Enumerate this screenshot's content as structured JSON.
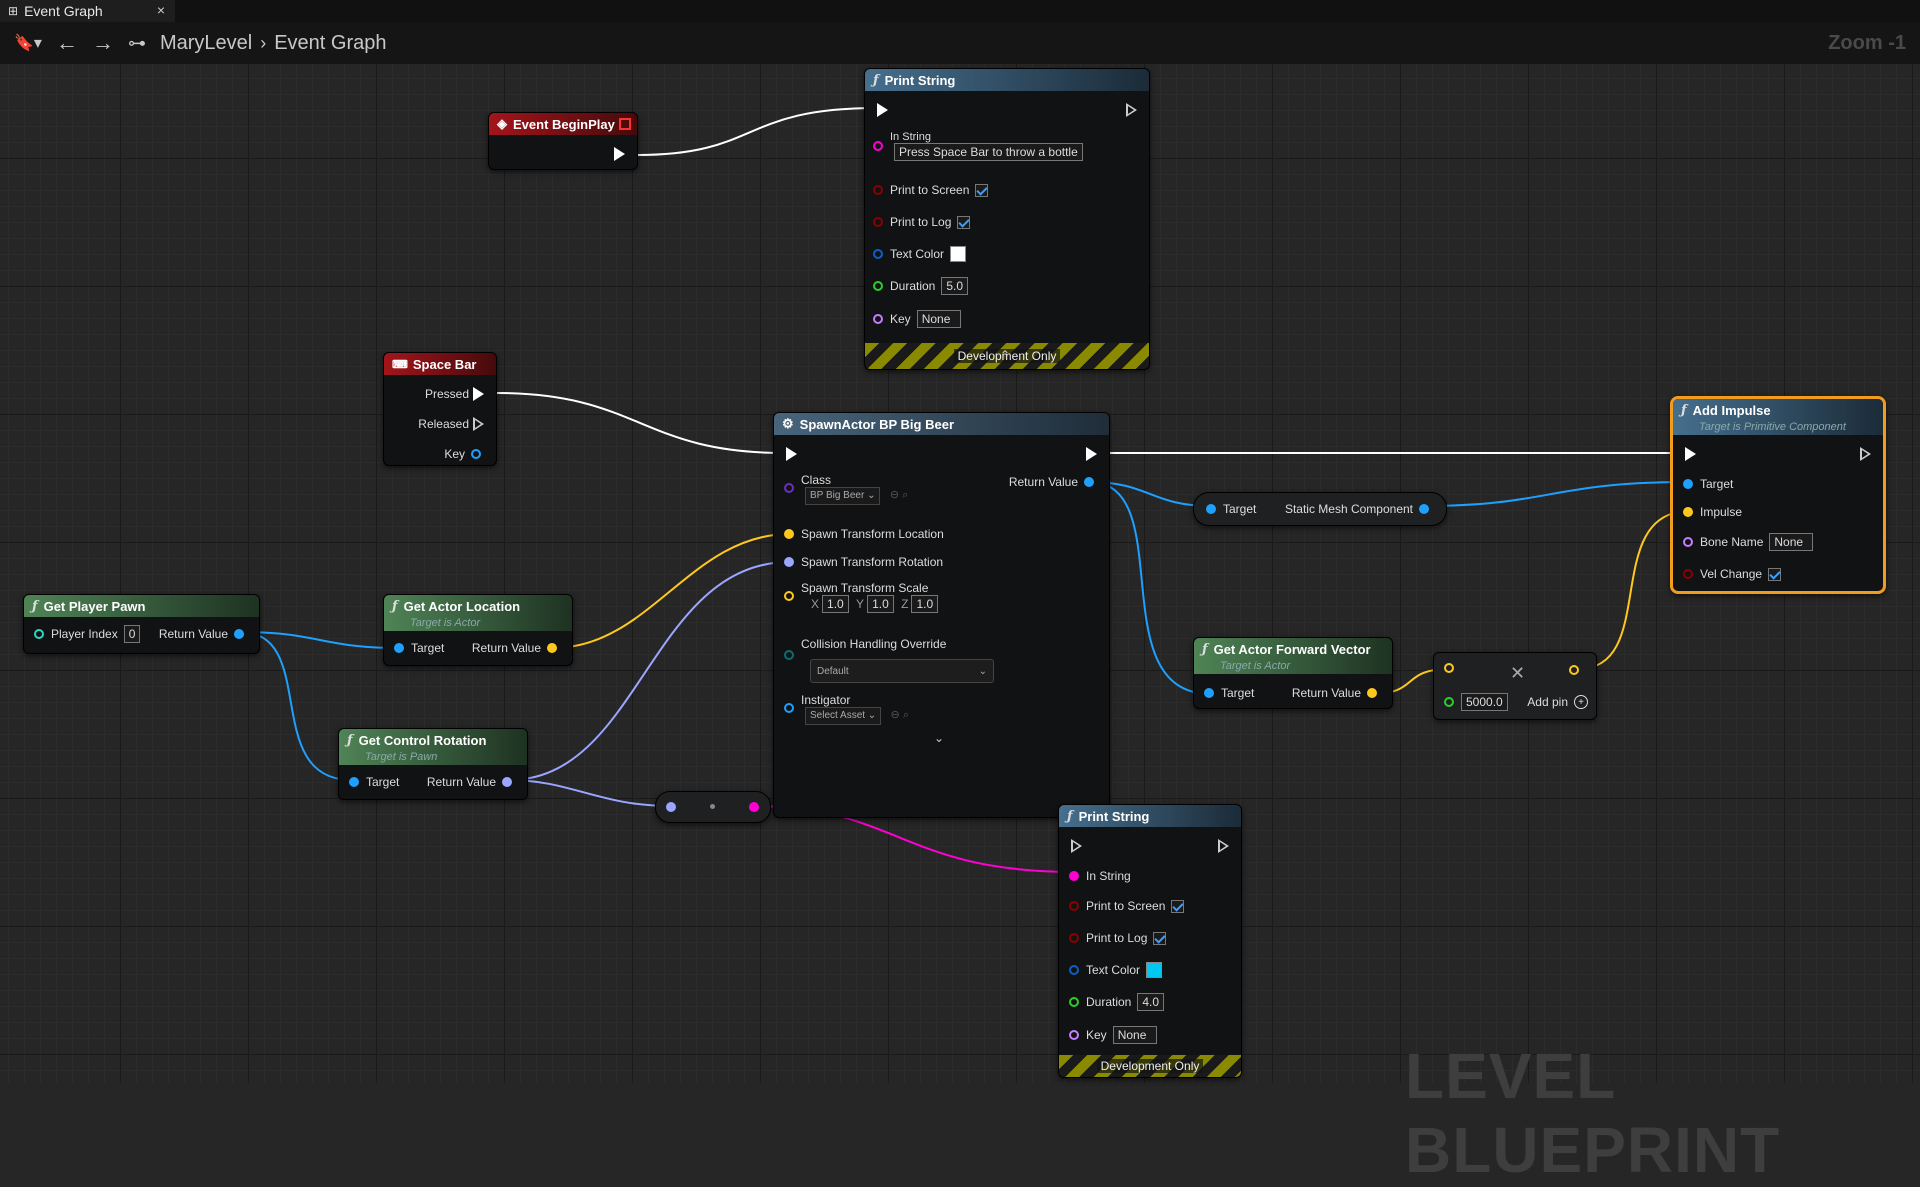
{
  "tab": {
    "title": "Event Graph",
    "close": "×"
  },
  "toolbar": {
    "back": "←",
    "forward": "→",
    "breadcrumb": [
      "MaryLevel",
      "Event Graph"
    ],
    "zoom": "Zoom -1"
  },
  "watermark": "LEVEL BLUEPRINT",
  "nodes": {
    "print_string_1": {
      "title": "Print String",
      "in_string_label": "In String",
      "in_string_value": "Press Space Bar to throw a bottle",
      "print_to_screen": "Print to Screen",
      "print_to_log": "Print to Log",
      "text_color": "Text Color",
      "text_color_value": "#ffffff",
      "duration": "Duration",
      "duration_value": "5.0",
      "key": "Key",
      "key_value": "None",
      "dev_only": "Development Only"
    },
    "event_beginplay": {
      "title": "Event BeginPlay"
    },
    "space_bar": {
      "title": "Space Bar",
      "pressed": "Pressed",
      "released": "Released",
      "key": "Key"
    },
    "spawn_actor": {
      "title": "SpawnActor BP Big Beer",
      "class": "Class",
      "class_value": "BP Big Beer",
      "return_value": "Return Value",
      "spawn_location": "Spawn Transform Location",
      "spawn_rotation": "Spawn Transform Rotation",
      "spawn_scale": "Spawn Transform Scale",
      "scale_x_label": "X",
      "scale_x": "1.0",
      "scale_y_label": "Y",
      "scale_y": "1.0",
      "scale_z_label": "Z",
      "scale_z": "1.0",
      "collision": "Collision Handling Override",
      "collision_value": "Default",
      "instigator": "Instigator",
      "instigator_value": "Select Asset"
    },
    "add_impulse": {
      "title": "Add Impulse",
      "subtitle": "Target is Primitive Component",
      "target": "Target",
      "impulse": "Impulse",
      "bone_name": "Bone Name",
      "bone_name_value": "None",
      "vel_change": "Vel Change"
    },
    "static_mesh": {
      "target": "Target",
      "output": "Static Mesh Component"
    },
    "get_player_pawn": {
      "title": "Get Player Pawn",
      "player_index": "Player Index",
      "player_index_value": "0",
      "return_value": "Return Value"
    },
    "get_actor_location": {
      "title": "Get Actor Location",
      "subtitle": "Target is Actor",
      "target": "Target",
      "return_value": "Return Value"
    },
    "get_control_rotation": {
      "title": "Get Control Rotation",
      "subtitle": "Target is Pawn",
      "target": "Target",
      "return_value": "Return Value"
    },
    "get_forward_vector": {
      "title": "Get Actor Forward Vector",
      "subtitle": "Target is Actor",
      "target": "Target",
      "return_value": "Return Value"
    },
    "multiply": {
      "value": "5000.0",
      "add_pin": "Add pin"
    },
    "print_string_2": {
      "title": "Print String",
      "in_string_label": "In String",
      "print_to_screen": "Print to Screen",
      "print_to_log": "Print to Log",
      "text_color": "Text Color",
      "text_color_value": "#00c8f0",
      "duration": "Duration",
      "duration_value": "4.0",
      "key": "Key",
      "key_value": "None",
      "dev_only": "Development Only"
    }
  },
  "colors": {
    "exec": "#ffffff",
    "object": "#1fa0ff",
    "vector": "#ffc81e",
    "rotator": "#9aa6ff",
    "string": "#ff00d4",
    "bool": "#8b0000",
    "float": "#2ad02a",
    "name": "#c77dff",
    "struct": "#0d5ec9",
    "selected": "#f29c1d"
  }
}
